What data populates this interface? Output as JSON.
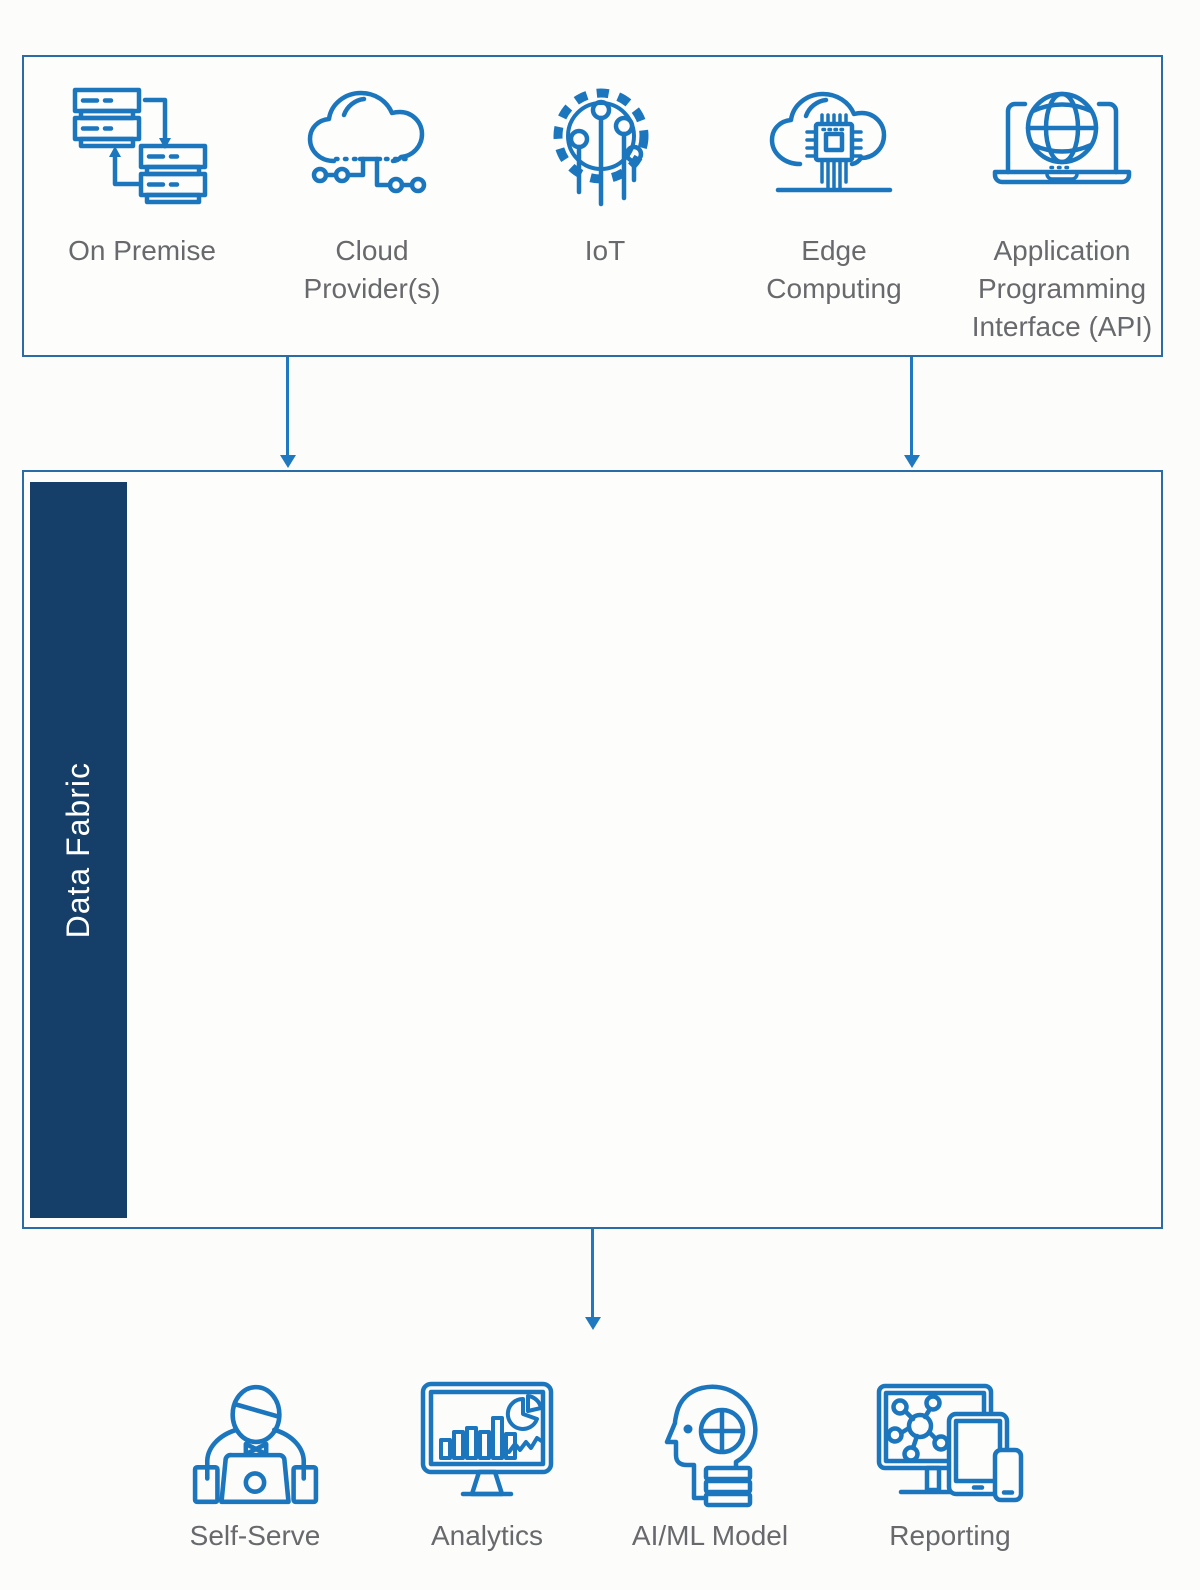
{
  "sources": {
    "items": [
      {
        "label": "On Premise",
        "icon": "on-premise-icon"
      },
      {
        "label": "Cloud Provider(s)",
        "icon": "cloud-providers-icon"
      },
      {
        "label": "IoT",
        "icon": "iot-icon"
      },
      {
        "label": "Edge Computing",
        "icon": "edge-computing-icon"
      },
      {
        "label": "Application Programming Interface (API)",
        "icon": "api-icon"
      }
    ]
  },
  "fabric": {
    "label": "Data Fabric"
  },
  "consumers": {
    "items": [
      {
        "label": "Self-Serve",
        "icon": "self-serve-icon"
      },
      {
        "label": "Analytics",
        "icon": "analytics-icon"
      },
      {
        "label": "AI/ML Model",
        "icon": "ai-ml-model-icon"
      },
      {
        "label": "Reporting",
        "icon": "reporting-icon"
      }
    ]
  },
  "colors": {
    "icon_blue": "#1b76bd",
    "border_blue": "#2a6ca6",
    "fabric_navy": "#153f68",
    "arrow_blue": "#1e79c0",
    "label_gray": "#68696c"
  }
}
